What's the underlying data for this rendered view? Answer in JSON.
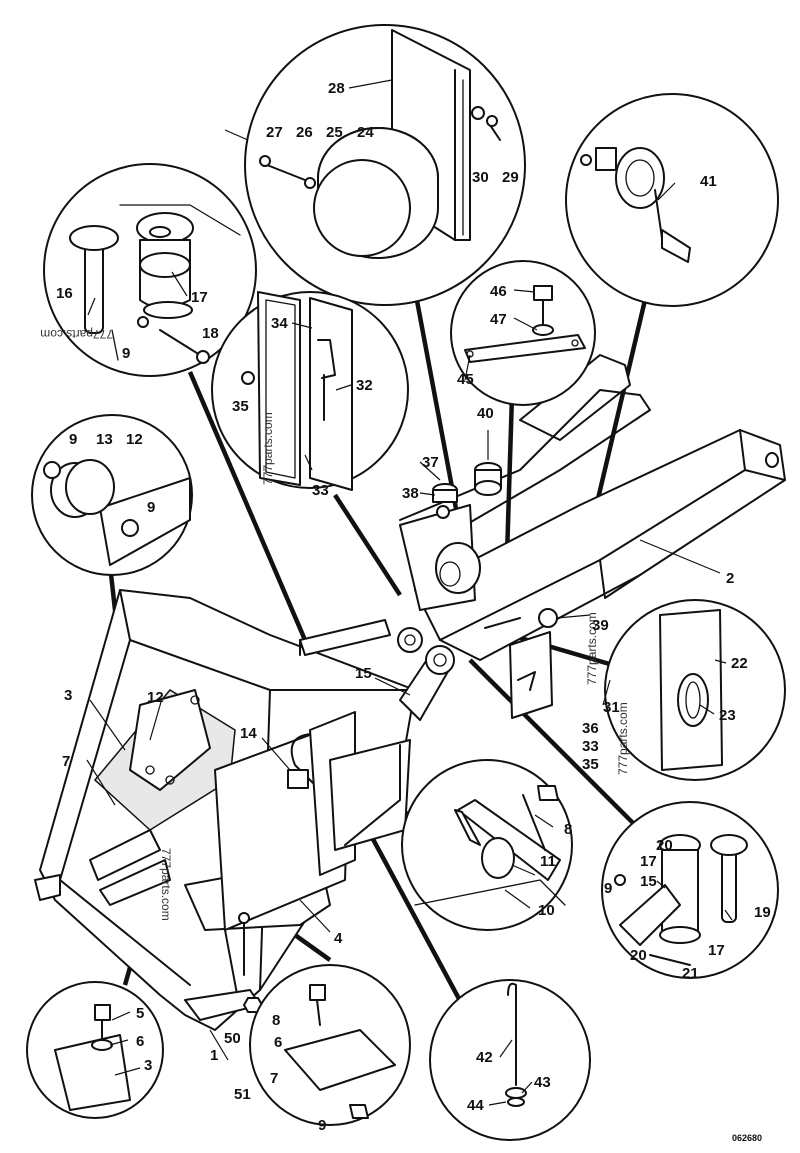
{
  "diagram": {
    "drawing_code": "062680",
    "watermark": "777parts.com",
    "part_numbers": [
      "1",
      "2",
      "3",
      "4",
      "5",
      "6",
      "7",
      "8",
      "9",
      "10",
      "11",
      "12",
      "13",
      "14",
      "15",
      "16",
      "17",
      "18",
      "19",
      "20",
      "21",
      "22",
      "23",
      "24",
      "25",
      "26",
      "27",
      "28",
      "29",
      "30",
      "31",
      "32",
      "33",
      "34",
      "35",
      "36",
      "37",
      "38",
      "39",
      "40",
      "41",
      "42",
      "43",
      "44",
      "45",
      "46",
      "47",
      "50",
      "51"
    ]
  },
  "callouts": {
    "c1": "1",
    "c2": "2",
    "c3a": "3",
    "c3b": "3",
    "c4": "4",
    "c5": "5",
    "c6a": "6",
    "c6b": "6",
    "c7a": "7",
    "c7b": "7",
    "c8a": "8",
    "c8b": "8",
    "c9a": "9",
    "c9b": "9",
    "c9c": "9",
    "c9d": "9",
    "c9e": "9",
    "c10": "10",
    "c11": "11",
    "c12a": "12",
    "c12b": "12",
    "c13": "13",
    "c14": "14",
    "c15a": "15",
    "c15b": "15",
    "c16": "16",
    "c17a": "17",
    "c17b": "17",
    "c17c": "17",
    "c18": "18",
    "c19": "19",
    "c20a": "20",
    "c20b": "20",
    "c21": "21",
    "c22": "22",
    "c23": "23",
    "c24": "24",
    "c25": "25",
    "c26": "26",
    "c27": "27",
    "c28": "28",
    "c29": "29",
    "c30": "30",
    "c31": "31",
    "c32": "32",
    "c33a": "33",
    "c33b": "33",
    "c34": "34",
    "c35a": "35",
    "c35b": "35",
    "c36": "36",
    "c37": "37",
    "c38": "38",
    "c39": "39",
    "c40": "40",
    "c41": "41",
    "c42": "42",
    "c43": "43",
    "c44": "44",
    "c45": "45",
    "c46": "46",
    "c47": "47",
    "c50": "50",
    "c51": "51"
  }
}
